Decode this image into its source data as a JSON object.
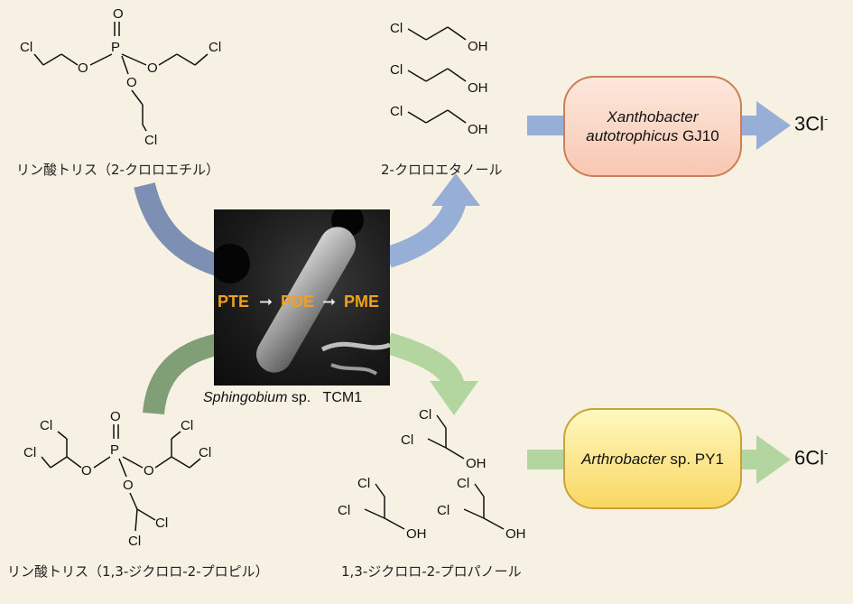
{
  "compounds": {
    "tcep_name": "リン酸トリス（2-クロロエチル）",
    "chloroethanol_name": "2-クロロエタノール",
    "tdcpp_name": "リン酸トリス（1,3-ジクロロ-2-プロピル）",
    "dcp_name": "1,3-ジクロロ-2-プロパノール"
  },
  "atoms": {
    "cl": "Cl",
    "o": "O",
    "p": "P",
    "oh": "OH"
  },
  "organisms": {
    "xantho_genus": "Xanthobacter",
    "xantho_species": "autotrophicus",
    "xantho_strain": "GJ10",
    "arthro_genus": "Arthrobacter",
    "arthro_rest": "sp. PY1",
    "sphingo_genus": "Sphingobium",
    "sphingo_rest": "sp.",
    "sphingo_strain": "TCM1"
  },
  "enzymes": {
    "pte": "PTE",
    "pde": "PDE",
    "pme": "PME"
  },
  "products": {
    "ion_top": "3Cl",
    "ion_bottom": "6Cl",
    "charge": "-"
  },
  "colors": {
    "arrow_blue": "#97aed6",
    "arrow_steel": "#7d8fb2",
    "arrow_green_dark": "#819f76",
    "arrow_green_light": "#b3d6a0",
    "enzyme_orange": "#f0a020"
  }
}
